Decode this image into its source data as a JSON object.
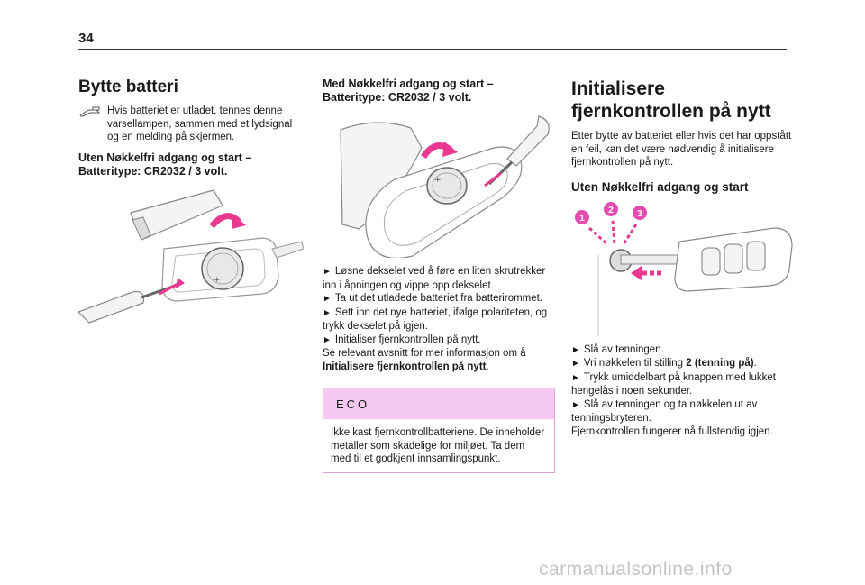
{
  "page_number": "34",
  "left": {
    "title": "Bytte batteri",
    "warning_text": "Hvis batteriet er utladet, tennes denne varsellampen, sammen med et lydsignal og en melding på skjermen.",
    "subheading": "Uten Nøkkelfri adgang og start – Batteritype: CR2032 / 3 volt."
  },
  "middle": {
    "heading": "Med Nøkkelfri adgang og start – Batteritype: CR2032 / 3 volt.",
    "steps": [
      "Løsne dekselet ved å føre en liten skrutrekker inn i åpningen og vippe opp dekselet.",
      "Ta ut det utladede batteriet fra batterirommet.",
      "Sett inn det nye batteriet, ifølge polariteten, og trykk dekselet på igjen.",
      "Initialiser fjernkontrollen på nytt."
    ],
    "see_text": "Se relevant avsnitt for mer informasjon om å",
    "see_link": "Initialisere fjernkontrollen på nytt",
    "see_end": ".",
    "eco_title": "ECO",
    "eco_text": "Ikke kast fjernkontrollbatteriene. De inneholder metaller som skadelige for miljøet. Ta dem med til et godkjent innsamlingspunkt."
  },
  "right": {
    "title": "Initialisere fjernkontrollen på nytt",
    "intro": "Etter bytte av batteriet eller hvis det har oppstått en feil, kan det være nødvendig å initialisere fjernkontrollen på nytt.",
    "subheading": "Uten Nøkkelfri adgang og start",
    "callouts": [
      "1",
      "2",
      "3"
    ],
    "step1": "Slå av tenningen.",
    "step2_pre": "Vri nøkkelen til stilling ",
    "step2_bold": "2 (tenning på)",
    "step2_post": ".",
    "step3": "Trykk umiddelbart på knappen med lukket hengelås i noen sekunder.",
    "step4": "Slå av tenningen og ta nøkkelen ut av tenningsbryteren.",
    "final": "Fjernkontrollen fungerer nå fullstendig igjen."
  },
  "bullet_glyph": "►",
  "watermark": "carmanualsonline.info",
  "colors": {
    "accent": "#e8388f",
    "eco_bg": "#f5c9f0",
    "callout": "#e44cb0"
  }
}
